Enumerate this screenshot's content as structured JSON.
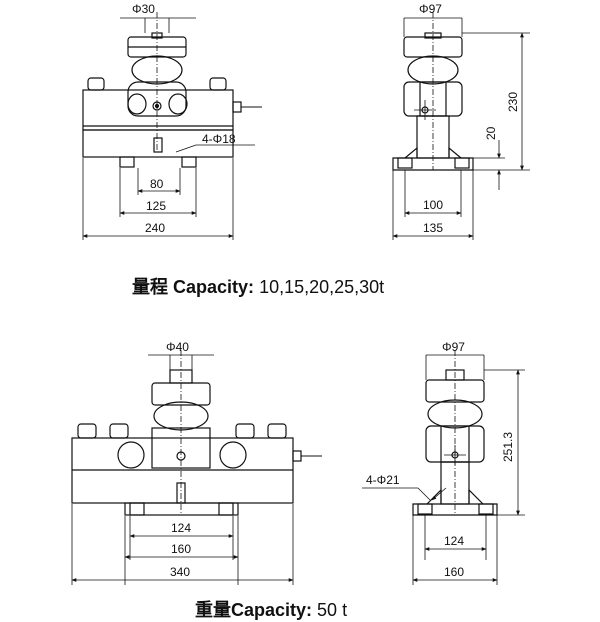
{
  "drawings": {
    "top_front": {
      "dia_top": "Φ30",
      "holes": "4-Φ18",
      "dim_80": "80",
      "dim_125": "125",
      "dim_240": "240"
    },
    "top_side": {
      "dia_top": "Φ97",
      "height": "230",
      "base_thk": "20",
      "dim_100": "100",
      "dim_135": "135"
    },
    "bottom_front": {
      "dia_top": "Φ40",
      "dim_124": "124",
      "dim_160": "160",
      "dim_340": "340"
    },
    "bottom_side": {
      "dia_top": "Φ97",
      "height": "251.3",
      "holes": "4-Φ21",
      "dim_124": "124",
      "dim_160": "160"
    }
  },
  "captions": {
    "top": {
      "cn": "量程",
      "label": "Capacity:",
      "value": "10,15,20,25,30t"
    },
    "bottom": {
      "cn": "重量",
      "label": "Capacity:",
      "value": "50 t"
    }
  }
}
